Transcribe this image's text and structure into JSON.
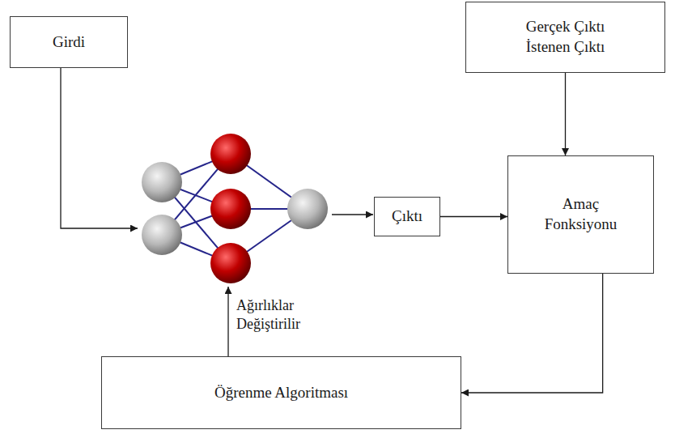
{
  "diagram": {
    "nodes": [
      {
        "text": [
          "Girdi"
        ]
      },
      {
        "text": [
          "Gerçek Çıktı İstenen Çıktı"
        ]
      },
      {
        "text": [
          "Çıktı"
        ]
      },
      {
        "text": [
          "Amaç Fonksiyonu"
        ]
      },
      {
        "text": [
          "Öğrenme Algoritması"
        ]
      }
    ],
    "edges": [
      {
        "from": 1,
        "to": 3,
        "arrow": "to"
      },
      {
        "from": 2,
        "to": 3,
        "arrow": "to"
      },
      {
        "from": 3,
        "to": 4,
        "arrow": "to"
      }
    ],
    "labels": [
      "Ağırlıklar Değiştirilir"
    ]
  }
}
